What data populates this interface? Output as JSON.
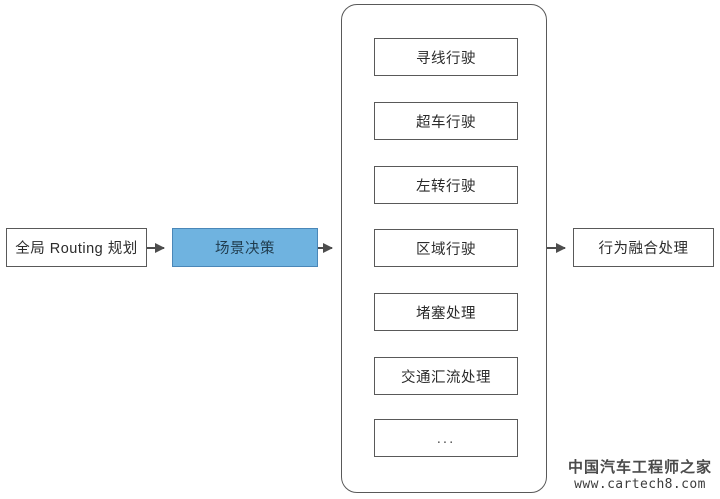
{
  "diagram": {
    "type": "flowchart",
    "background_color": "#ffffff",
    "border_color": "#595959",
    "accent_color": "#6FB3E0",
    "nodes": {
      "routing": {
        "label": "全局 Routing 规划"
      },
      "scene_decision": {
        "label": "场景决策"
      },
      "behavior_fusion": {
        "label": "行为融合处理"
      }
    },
    "scenario_group": {
      "items": [
        {
          "label": "寻线行驶"
        },
        {
          "label": "超车行驶"
        },
        {
          "label": "左转行驶"
        },
        {
          "label": "区域行驶"
        },
        {
          "label": "堵塞处理"
        },
        {
          "label": "交通汇流处理"
        },
        {
          "label": "..."
        }
      ]
    },
    "arrows": [
      {
        "name": "routing-to-scene-decision",
        "direction": "right"
      },
      {
        "name": "scene-decision-to-scenario-group",
        "direction": "right"
      },
      {
        "name": "scenario-group-to-behavior-fusion",
        "direction": "right"
      }
    ]
  },
  "watermark": {
    "title": "中国汽车工程师之家",
    "url": "www.cartech8.com"
  }
}
